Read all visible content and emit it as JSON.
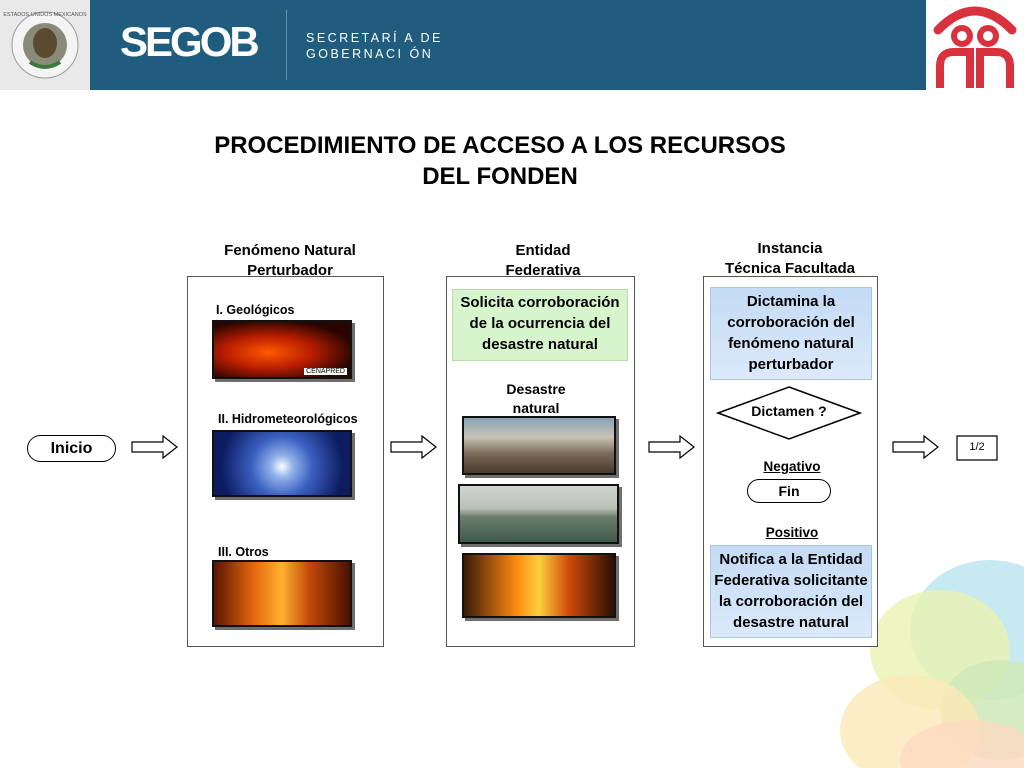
{
  "header": {
    "brand": "SEGOB",
    "ministry": "SECRETARÍ A DE\nGOBERNACI ÓN",
    "seal_text": "ESTADOS UNIDOS MEXICANOS",
    "colors": {
      "bar": "#1f5c7d",
      "logo_red": "#d9313d"
    }
  },
  "title": "PROCEDIMIENTO DE ACCESO A LOS RECURSOS\nDEL FONDEN",
  "columns": {
    "fenomeno": {
      "heading": "Fenómeno Natural\nPerturbador",
      "items": [
        "I.  Geológicos",
        "II. Hidrometeorológicos",
        "III. Otros"
      ],
      "photo_watermark": "CENAPRED"
    },
    "entidad": {
      "heading": "Entidad\nFederativa",
      "request": "Solicita corroboración\nde la ocurrencia del\ndesastre natural",
      "disaster_label": "Desastre\nnatural"
    },
    "instancia": {
      "heading": "Instancia\nTécnica Facultada",
      "decides": "Dictamina la\ncorroboración  del\nfenómeno natural\nperturbador",
      "decision": "Dictamen ?",
      "negative": "Negativo",
      "end": "Fin",
      "positive": "Positivo",
      "notify": "Notifica a la Entidad\nFederativa solicitante\nla corroboración  del\ndesastre natural"
    }
  },
  "flow": {
    "start": "Inicio",
    "page": "1/2"
  }
}
